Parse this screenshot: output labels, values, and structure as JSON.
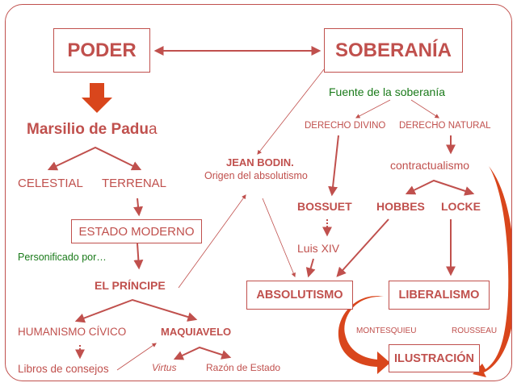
{
  "nodes": {
    "poder": "PODER",
    "soberania": "SOBERANÍA",
    "fuente": "Fuente de la soberanía",
    "marsilio": "Marsilio de Padu",
    "marsilio_tail": "a",
    "celestial": "CELESTIAL",
    "terrenal": "TERRENAL",
    "estado_moderno": "ESTADO MODERNO",
    "personificado": "Personificado por…",
    "el_principe": "EL PRÍNCIPE",
    "humanismo": "HUMANISMO CÍVICO",
    "maquiavelo": "MAQUIAVELO",
    "libros": "Libros de consejos",
    "virtus": "Virtus",
    "razon_estado": "Razón de Estado",
    "jean_bodin": "JEAN BODIN.",
    "origen": "Origen del absolutismo",
    "derecho_divino": "DERECHO DIVINO",
    "derecho_natural": "DERECHO NATURAL",
    "contractualismo": "contractualismo",
    "bossuet": "BOSSUET",
    "hobbes": "HOBBES",
    "locke": "LOCKE",
    "luis_xiv": "Luis XIV",
    "absolutismo": "ABSOLUTISMO",
    "liberalismo": "LIBERALISMO",
    "montesquieu": "MONTESQUIEU",
    "rousseau": "ROUSSEAU",
    "ilustracion": "ILUSTRACIÓN"
  },
  "colors": {
    "accent": "#c0504d",
    "green": "#1a7a1a",
    "big_arrow": "#d9461c"
  }
}
